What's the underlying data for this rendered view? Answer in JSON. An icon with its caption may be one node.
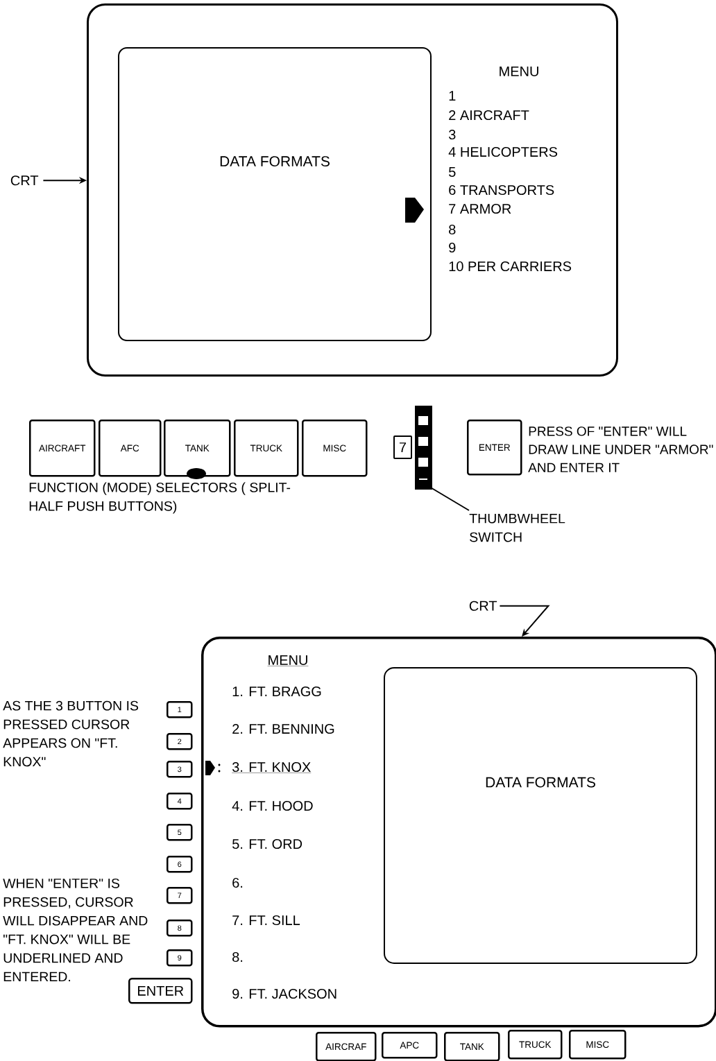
{
  "diagram": {
    "nodes": [
      {
        "text": [],
        "shape": "box"
      },
      {
        "text": [
          "DATA FORMATS"
        ],
        "in": 0
      },
      {
        "text": [
          "CRT"
        ]
      },
      {
        "text": [
          "AIRCRAFT"
        ]
      },
      {
        "text": [
          "AFC"
        ]
      },
      {
        "text": [
          "TANK"
        ]
      },
      {
        "text": [
          "TRUCK"
        ]
      },
      {
        "text": [
          "MISC"
        ]
      },
      {
        "text": [],
        "shape": "box"
      },
      {
        "text": [
          "7"
        ]
      },
      {
        "text": [
          "ENTER"
        ]
      },
      {
        "text": [
          "THUMBWHEEL SWITCH"
        ]
      },
      {
        "text": [
          "CRT"
        ]
      },
      {
        "text": [],
        "shape": "box"
      },
      {
        "text": [
          "DATA FORMATS"
        ],
        "in": 13
      },
      {
        "text": [
          "1"
        ]
      },
      {
        "text": [
          "2"
        ]
      },
      {
        "text": [
          "3"
        ]
      },
      {
        "text": [
          "4"
        ]
      },
      {
        "text": [
          "5"
        ]
      },
      {
        "text": [
          "6"
        ]
      },
      {
        "text": [
          "7"
        ]
      },
      {
        "text": [
          "8"
        ]
      },
      {
        "text": [
          "9"
        ]
      },
      {
        "text": [
          "ENTER"
        ]
      },
      {
        "text": [
          "AIRCRAF"
        ]
      },
      {
        "text": [
          "APC"
        ]
      },
      {
        "text": [
          "TANK"
        ]
      },
      {
        "text": [
          "TRUCK"
        ]
      },
      {
        "text": [
          "MISC"
        ]
      }
    ],
    "edges": [
      {
        "from": 2,
        "to": 0,
        "arrow": "to"
      },
      {
        "from": 11,
        "to": 8,
        "arrow": "none"
      },
      {
        "from": 12,
        "to": 13,
        "arrow": "to"
      }
    ],
    "labels": [
      "MENU",
      "1",
      "2 AIRCRAFT",
      "3",
      "4 HELICOPTERS",
      "5",
      "6 TRANSPORTS",
      "7 ARMOR",
      "8",
      "9",
      "10 PER CARRIERS",
      "PRESS OF \"ENTER\" WILL DRAW LINE UNDER \"ARMOR\" AND ENTER IT",
      "FUNCTION (MODE) SELECTORS ( SPLIT- HALF PUSH BUTTONS)",
      "MENU",
      "1. FT. BRAGG",
      "2. FT. BENNING",
      "3. FT. KNOX",
      "4. FT. HOOD",
      "5. FT. ORD",
      "6.",
      "7. FT. SILL",
      "8.",
      "9. FT. JACKSON",
      "AS THE 3 BUTTON IS PRESSED CURSOR APPEARS ON \"FT. KNOX\"",
      "WHEN \"ENTER\" IS PRESSED, CURSOR WILL DISAPPEAR AND \"FT. KNOX\" WILL BE UNDERLINED AND ENTERED."
    ]
  }
}
